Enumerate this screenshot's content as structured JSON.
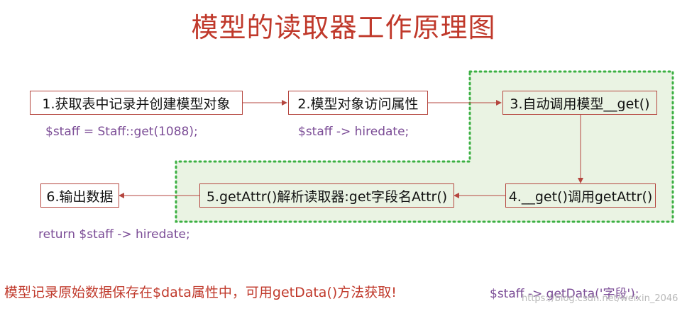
{
  "title": "模型的读取器工作原理图",
  "steps": [
    {
      "label": "1.获取表中记录并创建模型对象"
    },
    {
      "label": "2.模型对象访问属性"
    },
    {
      "label": "3.自动调用模型__get()"
    },
    {
      "label": "4.__get()调用getAttr()"
    },
    {
      "label": "5.getAttr()解析读取器:get字段名Attr()"
    },
    {
      "label": "6.输出数据"
    }
  ],
  "code": {
    "step1": "$staff = Staff::get(1088);",
    "step2": "$staff -> hiredate;",
    "step6": "return $staff -> hiredate;"
  },
  "footer": {
    "note": "模型记录原始数据保存在$data属性中，可用getData()方法获取!",
    "code": "$staff -> getData('字段');"
  },
  "watermark": "https://blog.csdn.net/weixin_2046",
  "colors": {
    "title": "#c0392b",
    "arrow": "#b5463f",
    "code": "#7b4c96",
    "region_fill": "#eaf3e3",
    "region_border": "#3cb043"
  }
}
